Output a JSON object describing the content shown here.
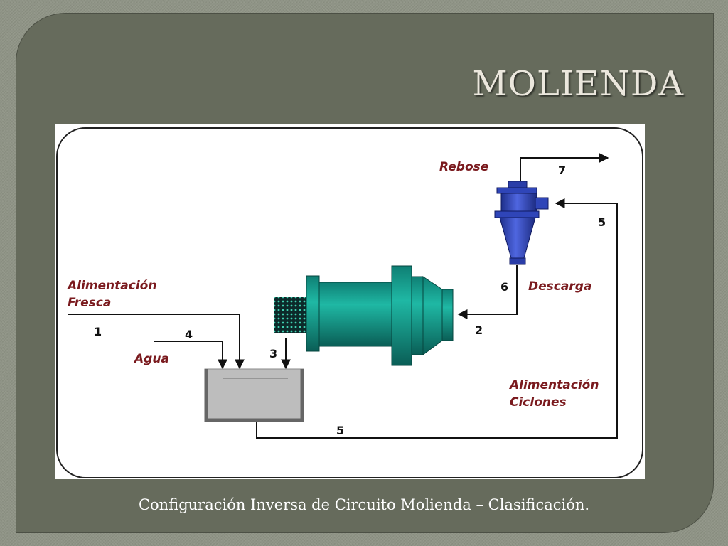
{
  "slide": {
    "title": "MOLIENDA",
    "caption": "Configuración Inversa de Circuito Molienda – Clasificación."
  },
  "diagram": {
    "labels": {
      "alimentacion_fresca_line1": "Alimentación",
      "alimentacion_fresca_line2": "Fresca",
      "agua": "Agua",
      "rebose": "Rebose",
      "descarga": "Descarga",
      "alimentacion_ciclones_line1": "Alimentación",
      "alimentacion_ciclones_line2": "Ciclones"
    },
    "streams": {
      "s1": "1",
      "s2": "2",
      "s3": "3",
      "s4": "4",
      "s5_bottom": "5",
      "s5_right": "5",
      "s6": "6",
      "s7": "7"
    },
    "colors": {
      "label_red": "#7a1a1e",
      "mill_teal": "#129d8d",
      "cyclone_blue": "#2f45b8",
      "tank_gray": "#bdbdbd"
    }
  }
}
